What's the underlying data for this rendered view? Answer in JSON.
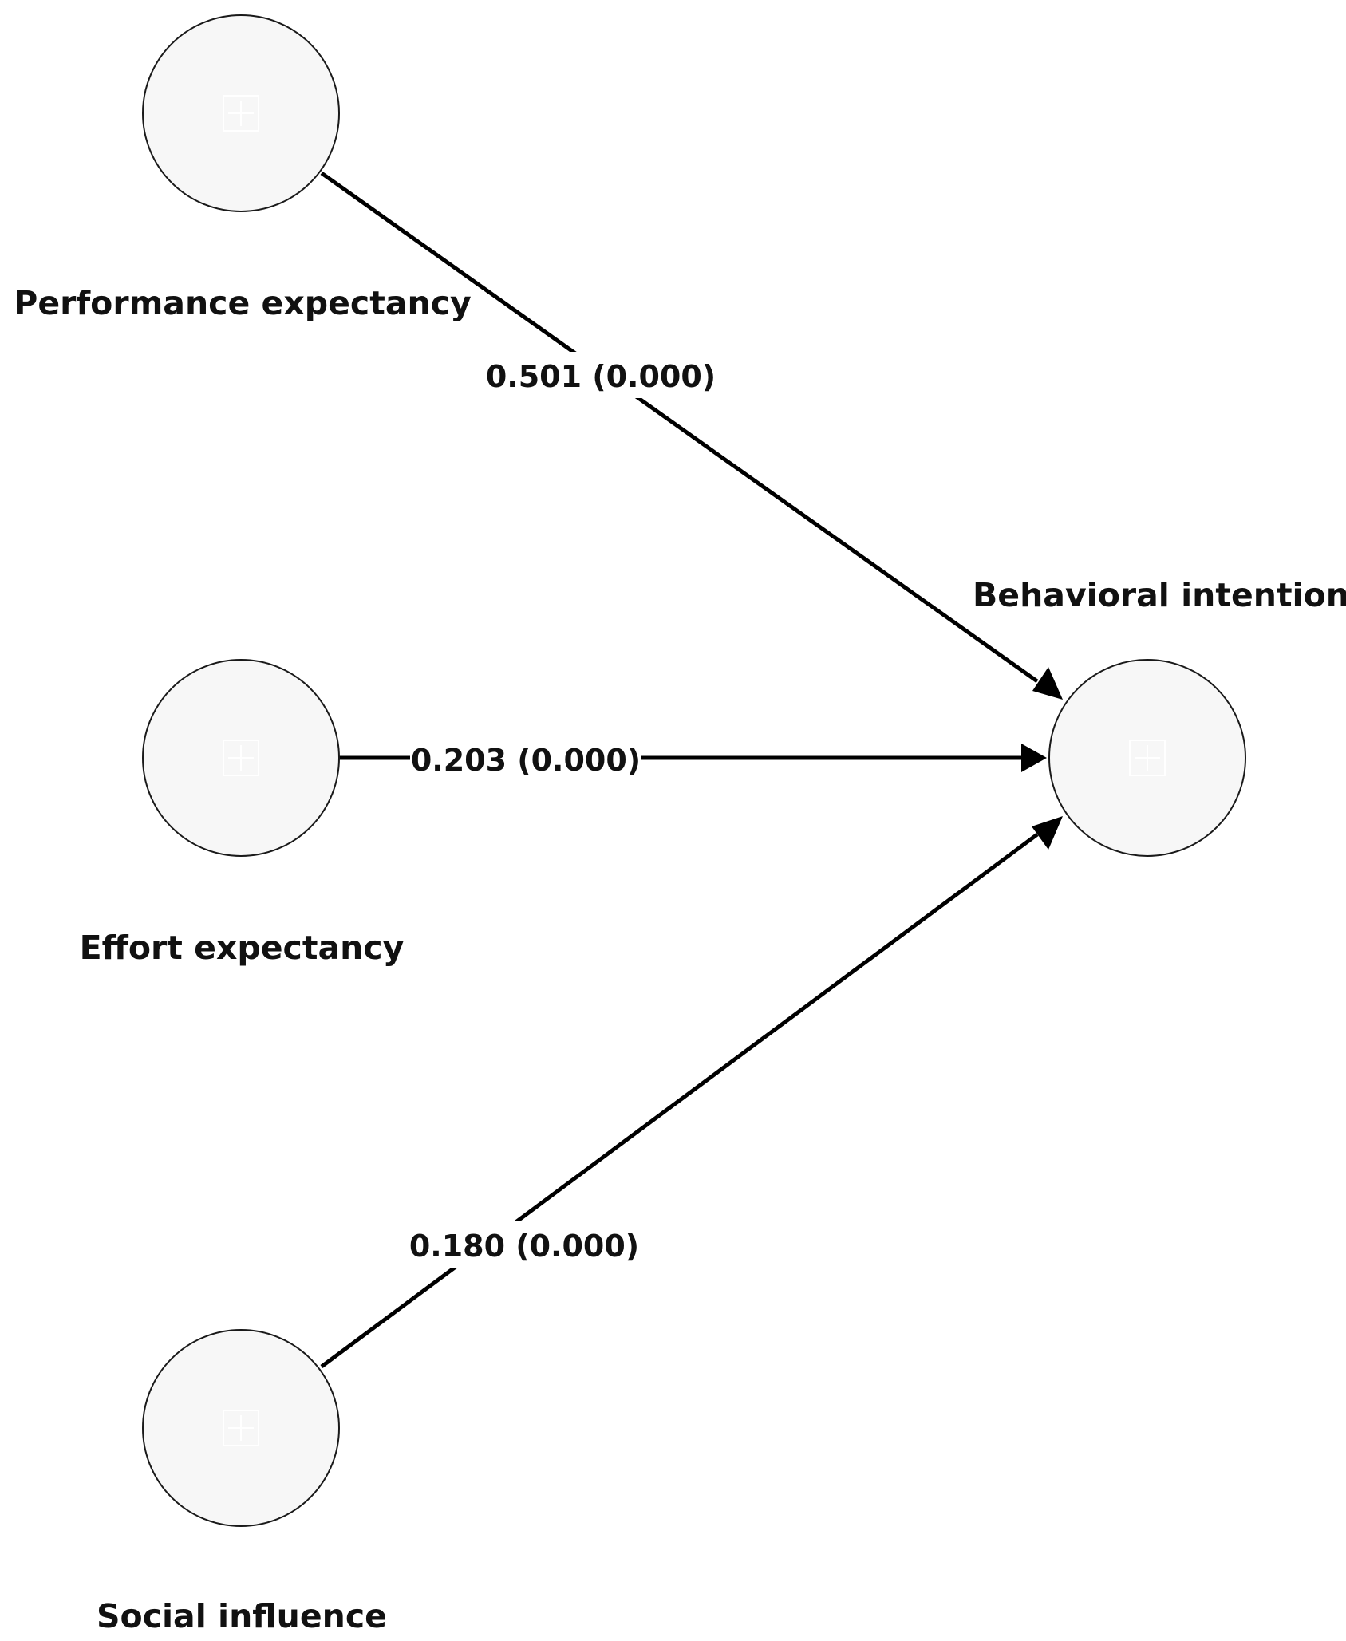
{
  "nodes": [
    {
      "id": "performance-expectancy",
      "label": "Performance expectancy"
    },
    {
      "id": "effort-expectancy",
      "label": "Effort expectancy"
    },
    {
      "id": "social-influence",
      "label": "Social influence"
    },
    {
      "id": "behavioral-intention",
      "label": "Behavioral intention"
    }
  ],
  "paths": [
    {
      "from": "performance-expectancy",
      "to": "behavioral-intention",
      "label": "0.501 (0.000)"
    },
    {
      "from": "effort-expectancy",
      "to": "behavioral-intention",
      "label": "0.203 (0.000)"
    },
    {
      "from": "social-influence",
      "to": "behavioral-intention",
      "label": "0.180 (0.000)"
    }
  ]
}
